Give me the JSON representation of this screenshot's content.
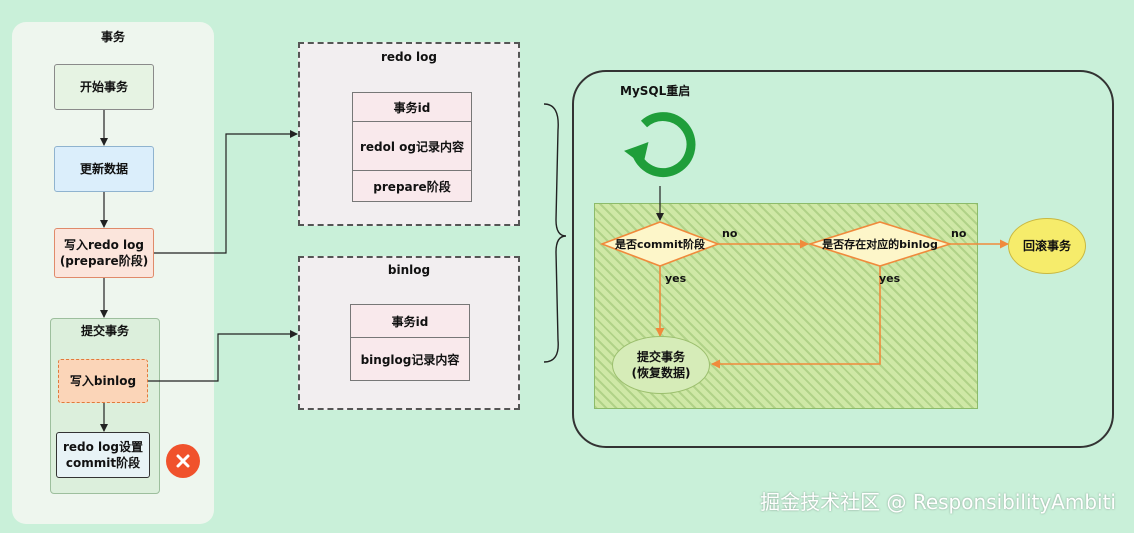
{
  "transaction": {
    "title": "事务",
    "start": "开始事务",
    "update": "更新数据",
    "write_redo_line1": "写入redo log",
    "write_redo_line2": "(prepare阶段)",
    "commit_group_title": "提交事务",
    "write_binlog": "写入binlog",
    "set_commit_line1": "redo log设置",
    "set_commit_line2": "commit阶段"
  },
  "redo_log": {
    "title": "redo log",
    "rows": [
      "事务id",
      "redol og记录内容",
      "prepare阶段"
    ]
  },
  "binlog": {
    "title": "binlog",
    "rows": [
      "事务id",
      "binglog记录内容"
    ]
  },
  "recovery": {
    "title": "MySQL重启",
    "decision_commit": "是否commit阶段",
    "decision_binlog": "是否存在对应的binlog",
    "no_label_1": "no",
    "no_label_2": "no",
    "yes_label_1": "yes",
    "yes_label_2": "yes",
    "rollback": "回滚事务",
    "commit_line1": "提交事务",
    "commit_line2": "(恢复数据)"
  },
  "watermark": "掘金技术社区 @ ResponsibilityAmbiti",
  "colors": {
    "background": "#c9f0d9",
    "arrow_orange": "#f08a3c",
    "restart_icon_green": "#1f9e3a",
    "failure_red": "#f0522c",
    "rollback_yellow": "#f6ec6b"
  },
  "icons": [
    "restart-cycle-icon",
    "failure-x-icon"
  ]
}
